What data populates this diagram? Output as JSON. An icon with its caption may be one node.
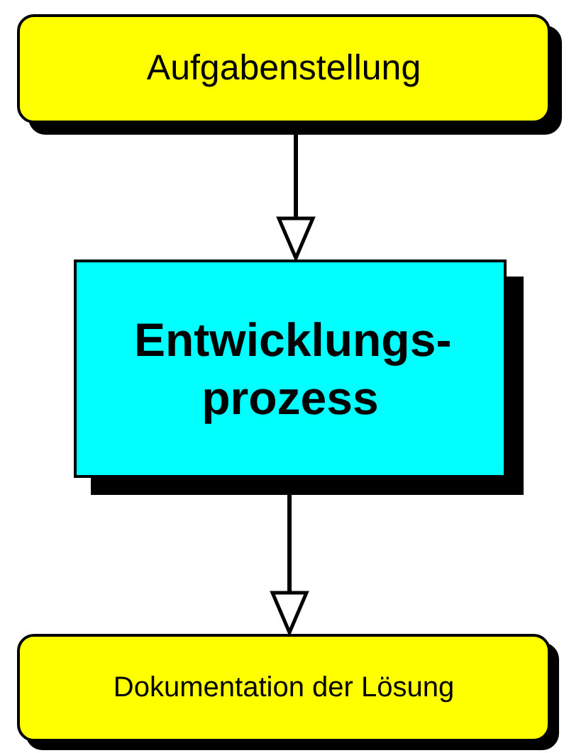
{
  "diagram": {
    "nodes": [
      {
        "text": [
          "Aufgabenstellung"
        ]
      },
      {
        "text": [
          "Entwicklungs- prozess"
        ]
      },
      {
        "text": [
          "Dokumentation der Lösung"
        ]
      }
    ],
    "edges": [
      {
        "from": 0,
        "to": 1,
        "arrow": "to"
      },
      {
        "from": 1,
        "to": 2,
        "arrow": "to"
      }
    ]
  }
}
